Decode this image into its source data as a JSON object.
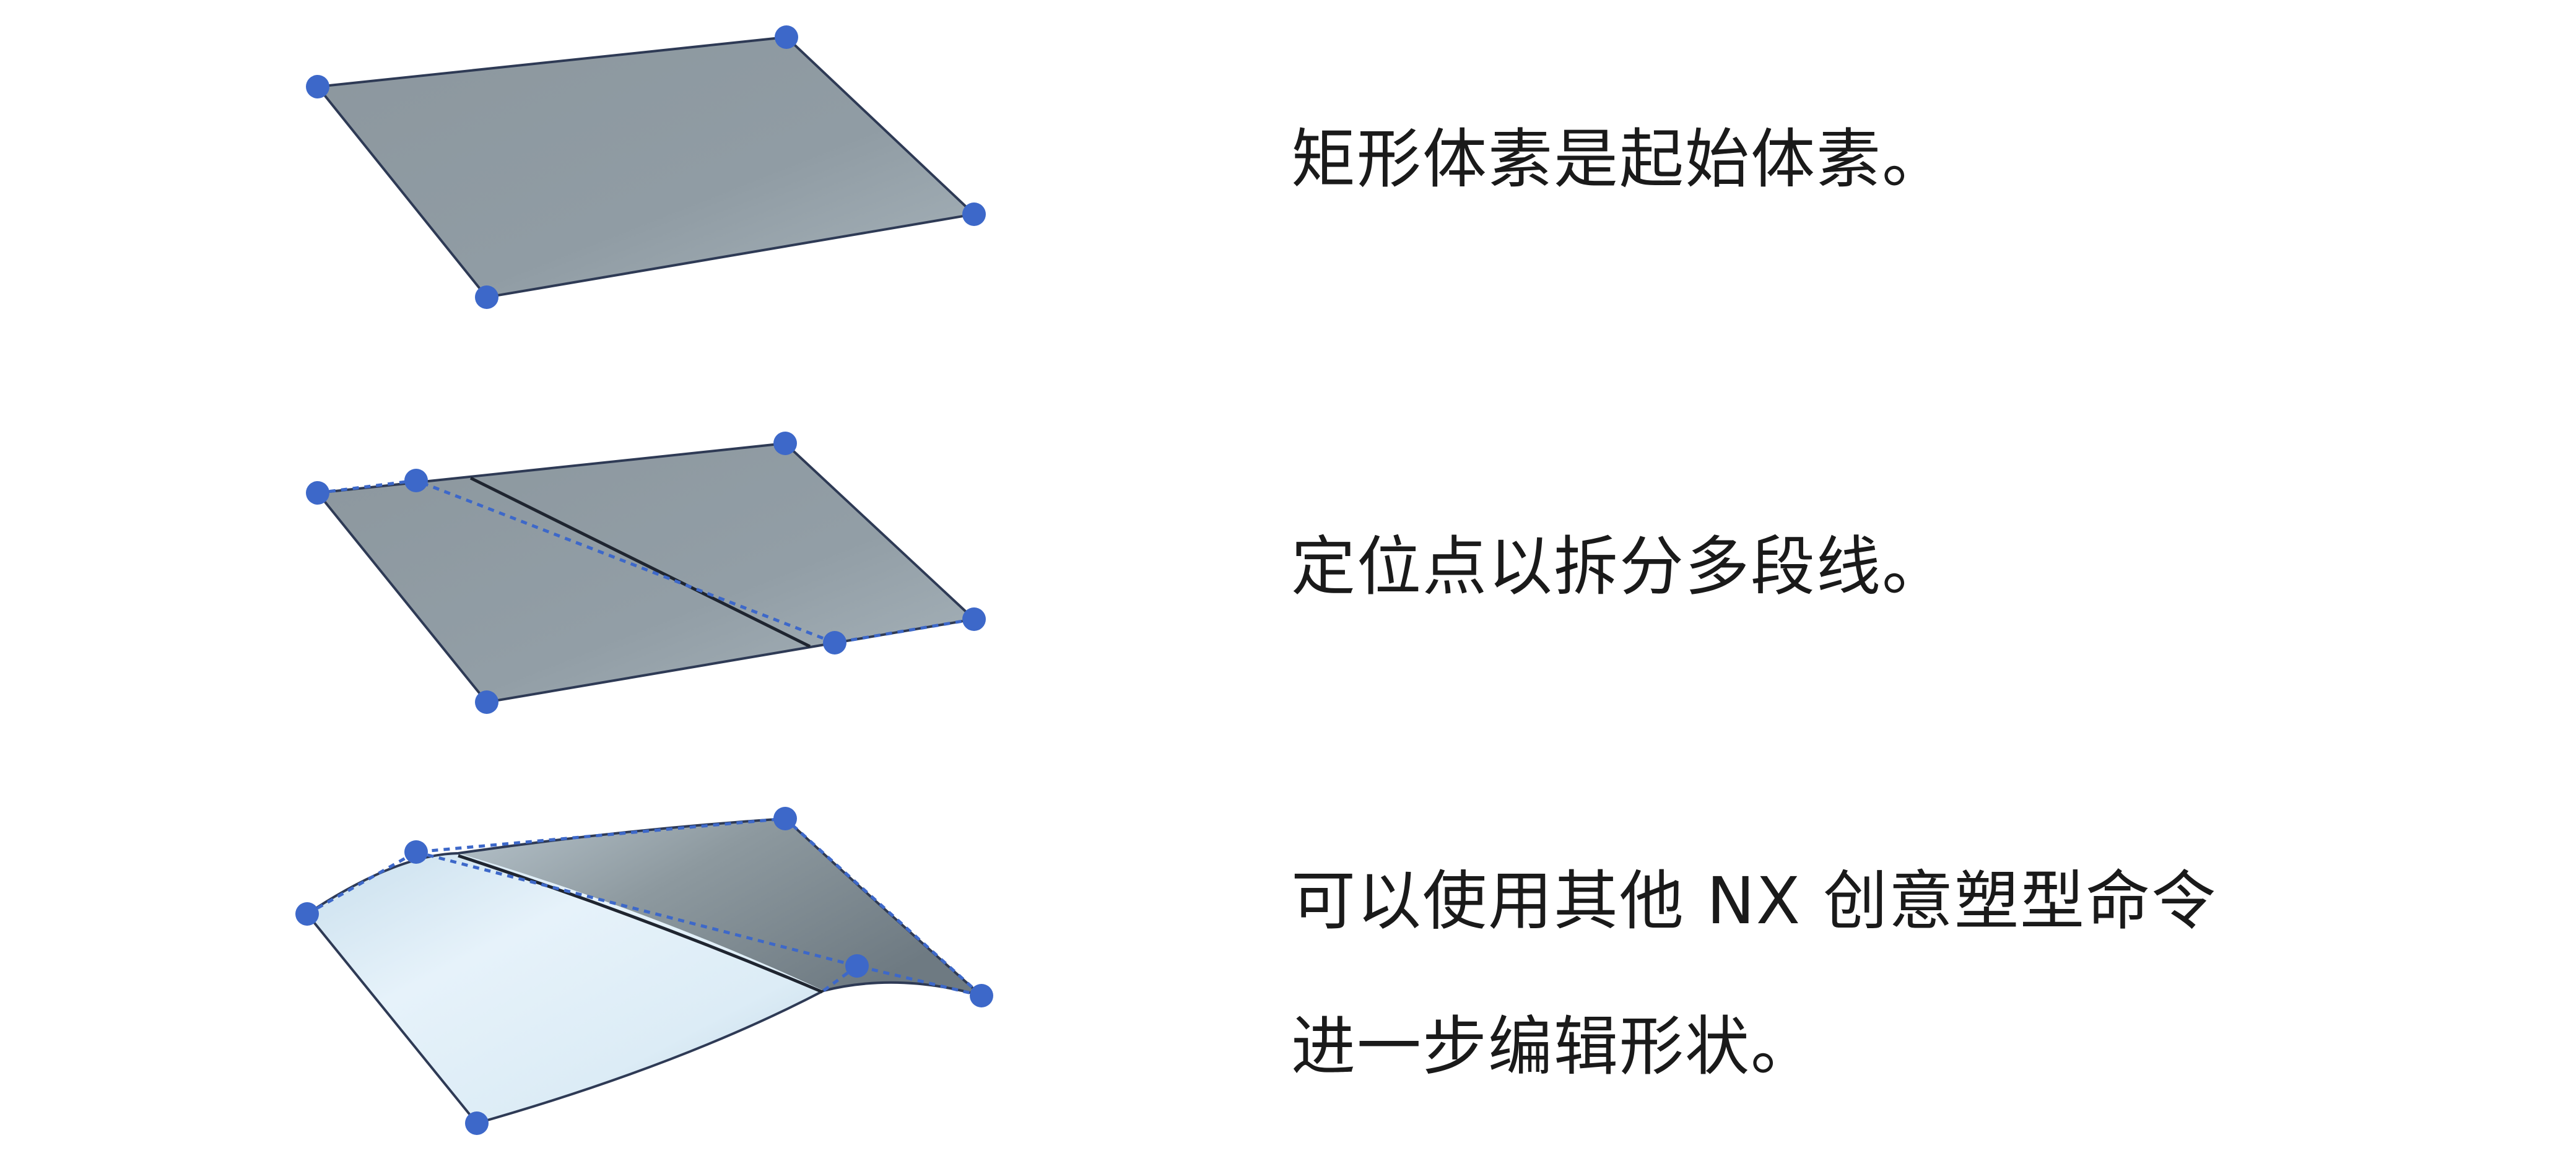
{
  "steps": [
    {
      "shape": "rectangle-primitive",
      "lines": [
        "矩形体素是起始体素。"
      ]
    },
    {
      "shape": "split-polyline",
      "lines": [
        "定位点以拆分多段线。"
      ]
    },
    {
      "shape": "curved-surface",
      "lines": [
        "可以使用其他 NX 创意塑型命令",
        "进一步编辑形状。"
      ]
    }
  ],
  "colors": {
    "surface_flat": "#8f9ba3",
    "surface_light": "#dcedf7",
    "surface_shadow": "#6f7c85",
    "edge": "#2e3a55",
    "control_point": "#3d68c9",
    "polyline": "#3d68c9",
    "text": "#1a1a1a"
  }
}
